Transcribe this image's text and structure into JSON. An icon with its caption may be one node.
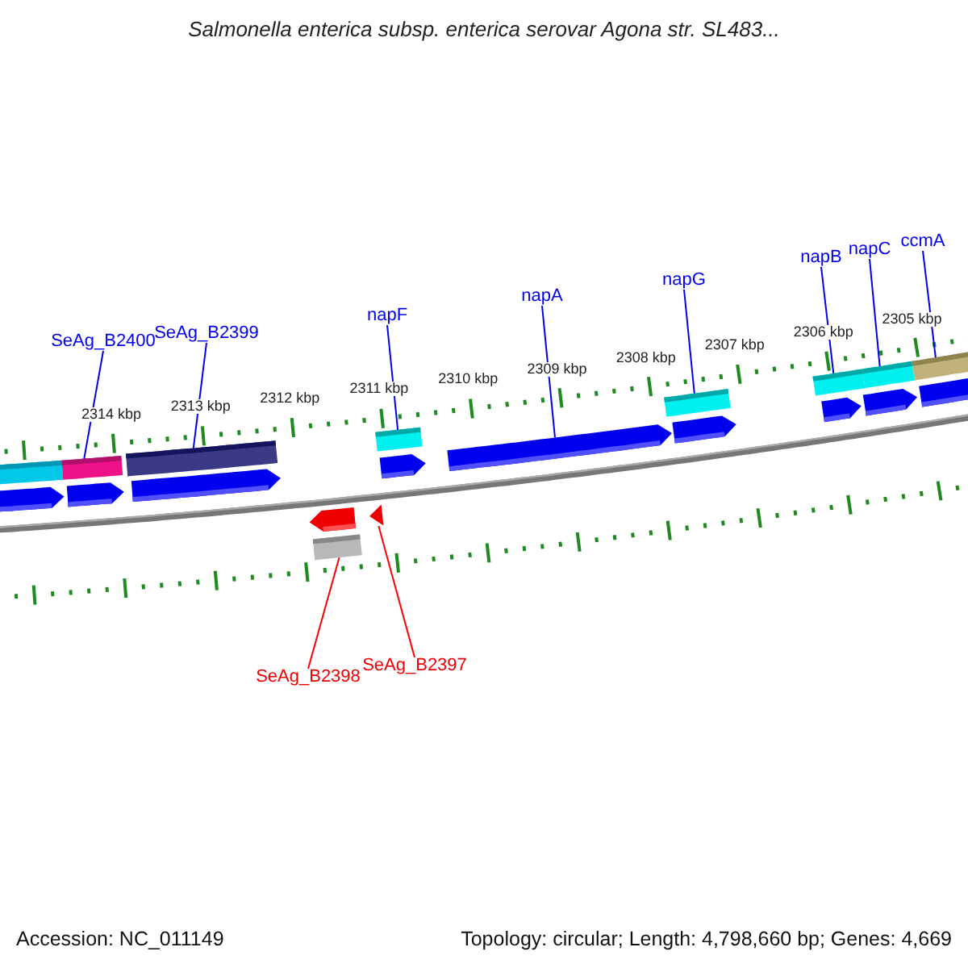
{
  "diagram": {
    "title": "Salmonella enterica subsp. enterica serovar Agona str. SL483...",
    "nodes": [
      {
        "text": [
          "SeAg_B2400"
        ]
      },
      {
        "text": [
          "SeAg_B2399"
        ]
      },
      {
        "text": [
          "napF"
        ]
      },
      {
        "text": [
          "napA"
        ]
      },
      {
        "text": [
          "napG"
        ]
      },
      {
        "text": [
          "napB"
        ]
      },
      {
        "text": [
          "napC"
        ]
      },
      {
        "text": [
          "ccmA"
        ]
      },
      {
        "text": [
          "SeAg_B2398"
        ]
      },
      {
        "text": [
          "SeAg_B2397"
        ]
      },
      {
        "text": [],
        "shape": "bar"
      },
      {
        "text": [],
        "shape": "bar"
      },
      {
        "text": [],
        "shape": "bar"
      },
      {
        "text": [],
        "shape": "bar"
      },
      {
        "text": [],
        "shape": "bar"
      },
      {
        "text": [],
        "shape": "bar"
      },
      {
        "text": [],
        "shape": "bar"
      },
      {
        "text": [],
        "shape": "bar"
      },
      {
        "text": [],
        "shape": "bar"
      },
      {
        "text": [],
        "shape": "bar"
      }
    ],
    "edges": [
      {
        "from": 0,
        "to": 10,
        "arrow": "none"
      },
      {
        "from": 1,
        "to": 11,
        "arrow": "none"
      },
      {
        "from": 2,
        "to": 13,
        "arrow": "none"
      },
      {
        "from": 3,
        "to": 19,
        "arrow": "none"
      },
      {
        "from": 4,
        "to": 14,
        "arrow": "none"
      },
      {
        "from": 5,
        "to": 15,
        "arrow": "none"
      },
      {
        "from": 6,
        "to": 16,
        "arrow": "none"
      },
      {
        "from": 7,
        "to": 17,
        "arrow": "none"
      },
      {
        "from": 8,
        "to": 12,
        "arrow": "none",
        "color": "#ff0000"
      },
      {
        "from": 9,
        "to": 18,
        "arrow": "none",
        "color": "#ff0000"
      }
    ],
    "labels": [
      "2314 kbp",
      "2313 kbp",
      "2312 kbp",
      "2311 kbp",
      "2310 kbp",
      "2309 kbp",
      "2308 kbp",
      "2307 kbp",
      "2306 kbp",
      "2305 kbp",
      "Accession: NC_011149",
      "Topology: circular; Length: 4,798,660 bp; Genes: 4,669"
    ]
  }
}
